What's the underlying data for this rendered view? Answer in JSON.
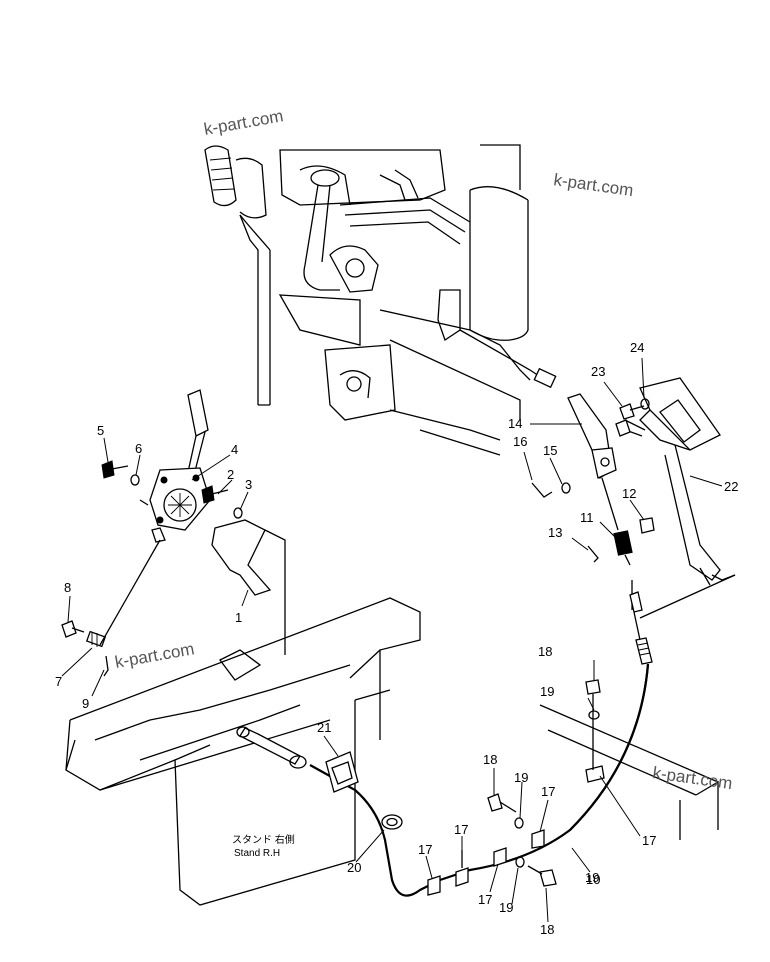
{
  "watermarks": [
    "k-part.com",
    "k-part.com",
    "k-part.com",
    "k-part.com"
  ],
  "stand_label_jp": "スタンド 右側",
  "stand_label_en": "Stand R.H",
  "callouts": [
    "1",
    "2",
    "3",
    "4",
    "5",
    "6",
    "7",
    "8",
    "9",
    "10",
    "11",
    "12",
    "13",
    "14",
    "15",
    "16",
    "17",
    "17",
    "17",
    "17",
    "17",
    "18",
    "18",
    "18",
    "19",
    "19",
    "19",
    "19",
    "20",
    "21",
    "22",
    "23",
    "24"
  ]
}
